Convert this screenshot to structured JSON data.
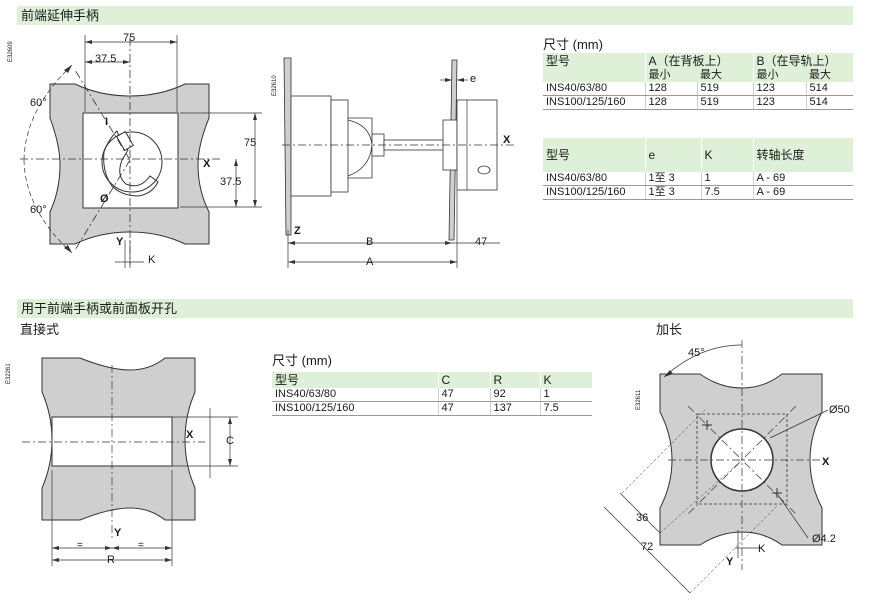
{
  "section1": {
    "title": "前端延伸手柄"
  },
  "fig1": {
    "code": "E32609",
    "dim_75_top": "75",
    "dim_37_5_top": "37.5",
    "dim_75_right": "75",
    "dim_37_5_right": "37.5",
    "angle_top": "60°",
    "angle_bottom": "60°",
    "mark_on": "I",
    "mark_off": "Ø",
    "axis_x": "X",
    "axis_y": "Y",
    "axis_k": "K"
  },
  "fig2": {
    "code": "E32610",
    "e": "e",
    "x": "X",
    "z": "Z",
    "b": "B",
    "a": "A",
    "dim_47": "47"
  },
  "table1": {
    "title": "尺寸 (mm)",
    "headers": [
      "型号",
      "A（在背板上）",
      "B（在导轨上）"
    ],
    "subheaders": [
      "最小",
      "最大",
      "最小",
      "最大"
    ],
    "rows": [
      [
        "INS40/63/80",
        "128",
        "519",
        "123",
        "514"
      ],
      [
        "INS100/125/160",
        "128",
        "519",
        "123",
        "514"
      ]
    ]
  },
  "table2": {
    "headers": [
      "型号",
      "e",
      "K",
      "转轴长度"
    ],
    "rows": [
      [
        "INS40/63/80",
        "1至 3",
        "1",
        "A - 69"
      ],
      [
        "INS100/125/160",
        "1至 3",
        "7.5",
        "A - 69"
      ]
    ]
  },
  "section2": {
    "title": "用于前端手柄或前面板开孔",
    "direct_label": "直接式",
    "extended_label": "加长"
  },
  "fig3": {
    "code": "E32261",
    "x": "X",
    "y": "Y",
    "c": "C",
    "r": "R",
    "eq": "="
  },
  "table3": {
    "title": "尺寸 (mm)",
    "headers": [
      "型号",
      "C",
      "R",
      "K"
    ],
    "rows": [
      [
        "INS40/63/80",
        "47",
        "92",
        "1"
      ],
      [
        "INS100/125/160",
        "47",
        "137",
        "7.5"
      ]
    ]
  },
  "fig4": {
    "code": "E32611",
    "angle": "45°",
    "dia_50": "Ø50",
    "dia_4_2": "Ø4.2",
    "dim_36": "36",
    "dim_72": "72",
    "x": "X",
    "y": "Y",
    "k": "K"
  }
}
